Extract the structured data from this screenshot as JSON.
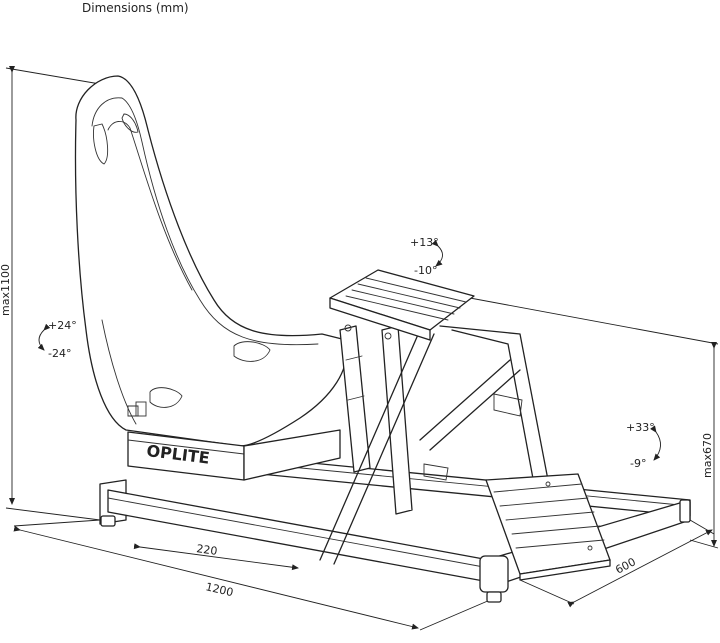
{
  "header": {
    "title": "Dimensions (mm)"
  },
  "dimensions": {
    "height": "max1100",
    "pedal_height": "max670",
    "slide": "220",
    "length": "1200",
    "width": "600"
  },
  "angles": {
    "seat_up": "+24°",
    "seat_down": "-24°",
    "wheel_up": "+13°",
    "wheel_down": "-10°",
    "pedal_up": "+33°",
    "pedal_down": "-9°"
  },
  "branding": {
    "logo": "OPLITE"
  },
  "colors": {
    "ink": "#222222",
    "background": "#ffffff"
  }
}
